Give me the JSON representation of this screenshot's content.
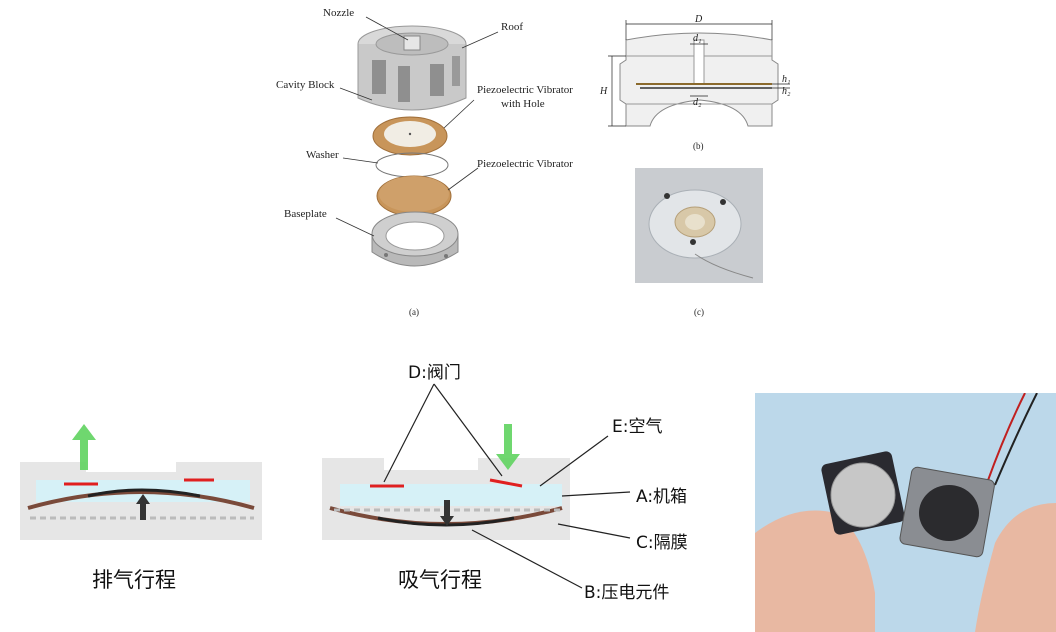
{
  "figure_a": {
    "labels": {
      "nozzle": "Nozzle",
      "roof": "Roof",
      "cavity_block": "Cavity Block",
      "vibrator_hole_line1": "Piezoelectric Vibrator",
      "vibrator_hole_line2": "with Hole",
      "washer": "Washer",
      "vibrator": "Piezoelectric Vibrator",
      "baseplate": "Baseplate"
    },
    "caption": "(a)"
  },
  "figure_b": {
    "dims": {
      "D": "D",
      "d1": "d₁",
      "H": "H",
      "h1": "h₁",
      "h2": "h₂",
      "d2": "d₂"
    },
    "caption": "(b)"
  },
  "figure_c": {
    "caption": "(c)"
  },
  "diagram": {
    "valve": "D:阀门",
    "air": "E:空气",
    "box": "A:机箱",
    "diaphragm": "C:隔膜",
    "piezo": "B:压电元件",
    "exhaust_stroke": "排气行程",
    "intake_stroke": "吸气行程"
  },
  "colors": {
    "accent_red": "#e02020",
    "arrow_green": "#5fd35f",
    "cavity_blue": "#d6f1f7",
    "piezo_brown": "#c8955a"
  }
}
